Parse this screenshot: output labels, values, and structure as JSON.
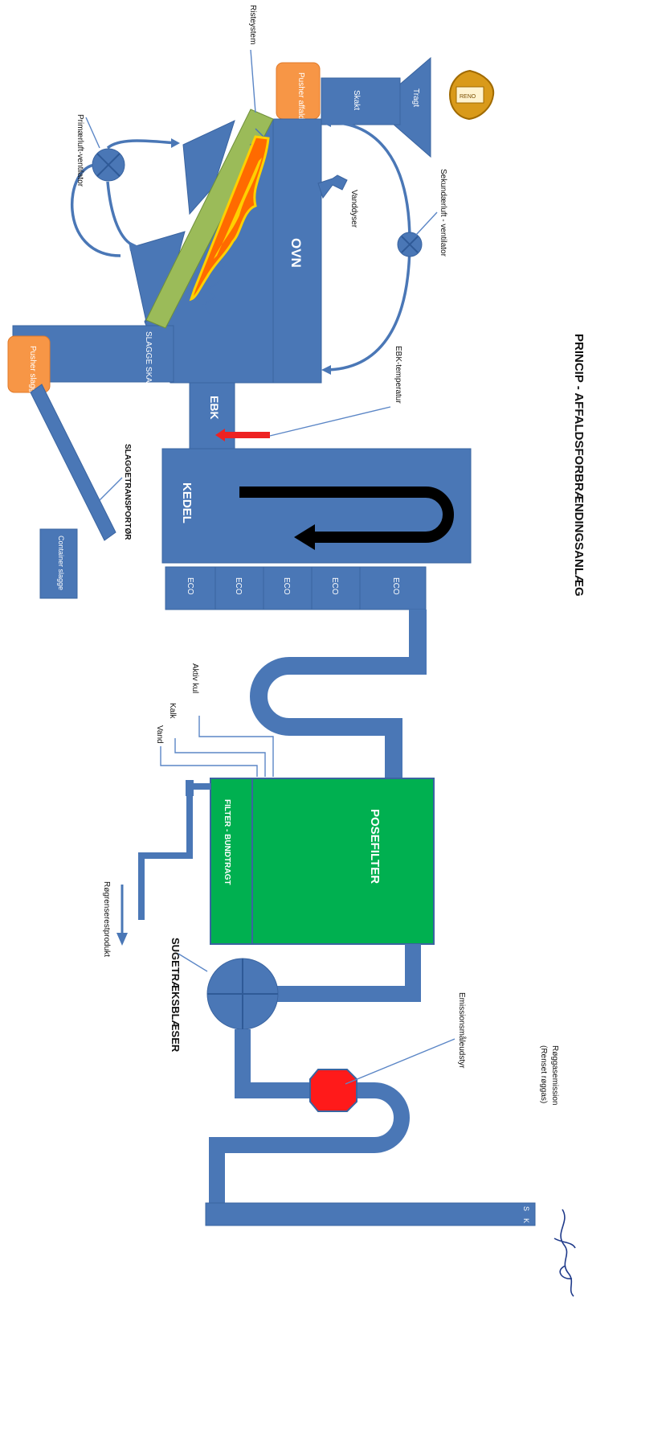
{
  "title": "PRINCIP - AFFALDSFORBRÆNDINGSANLÆG",
  "labels": {
    "tragt": "Tragt",
    "skakt": "Skakt",
    "pusher_affald": "Pusher affald",
    "risteystem": "Risteystem",
    "primaer": "Primærluft-ventilator",
    "sekundaer": "Sekundærluft - ventilator",
    "vanddyser": "Vanddyser",
    "ovn": "OVN",
    "slagge_skakt": "SLAGGE SKAKT",
    "pusher_slagge": "Pusher slagge",
    "slaggetransport": "SLAGGETRANSPORTØR",
    "container": "Container slagge",
    "ebk_temp": "EBK-temperatur",
    "ebk": "EBK",
    "kedel": "KEDEL",
    "eco": [
      "ECO",
      "ECO",
      "ECO",
      "ECO",
      "ECO"
    ],
    "aktiv_kul": "Aktiv kul",
    "kalk": "Kalk",
    "vand": "Vand",
    "posefilter": "POSEFILTER",
    "filter_bundtragt": "FILTER - BUNDTRAGT",
    "rogrens": "Røgrenserestprodukt",
    "sugetraek": "SUGETRÆKSBLÆSER",
    "emission_udstyr": "Emissionsmåleudstyr",
    "roggas_1": "Røggasemission",
    "roggas_2": "(Renset røggas)",
    "skorsten": "SKORSTEN"
  },
  "colors": {
    "equipment": "#4a77b6",
    "pusher": "#f79646",
    "grate": "#9bbb59",
    "filter": "#00b050",
    "flame": "#ff6a00",
    "emission": "#ff0000",
    "flow_arrow": "#000000"
  },
  "icons": [
    "logo-icon",
    "primary-fan-icon",
    "secondary-fan-icon",
    "suction-fan-icon",
    "flow-arrow-icon",
    "temperature-arrow-icon",
    "signature-icon"
  ]
}
